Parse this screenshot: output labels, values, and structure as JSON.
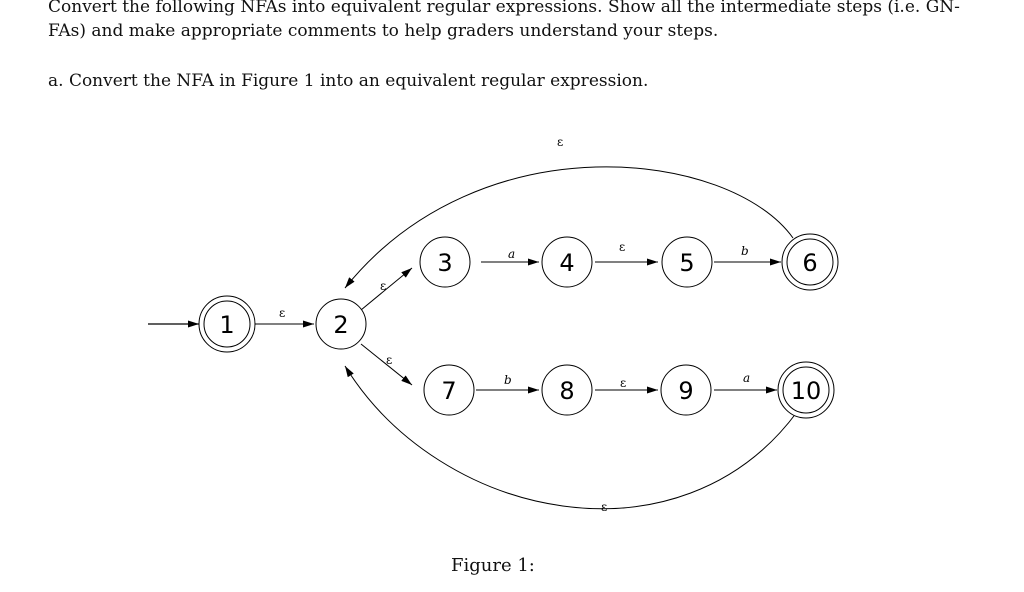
{
  "document": {
    "instructions_line1": "Convert the following NFAs into equivalent regular expressions. Show all the intermediate steps (i.e. GN-",
    "instructions_line2": "FAs) and make appropriate comments to help graders understand your steps.",
    "part_a": "a. Convert the NFA in Figure 1 into an equivalent regular expression.",
    "caption": "Figure 1:"
  },
  "nfa": {
    "start_state": "1",
    "accept_states": [
      "1",
      "6",
      "10"
    ],
    "states": [
      {
        "id": "s1",
        "label": "1",
        "accepting": true
      },
      {
        "id": "s2",
        "label": "2",
        "accepting": false
      },
      {
        "id": "s3",
        "label": "3",
        "accepting": false
      },
      {
        "id": "s4",
        "label": "4",
        "accepting": false
      },
      {
        "id": "s5",
        "label": "5",
        "accepting": false
      },
      {
        "id": "s6",
        "label": "6",
        "accepting": true
      },
      {
        "id": "s7",
        "label": "7",
        "accepting": false
      },
      {
        "id": "s8",
        "label": "8",
        "accepting": false
      },
      {
        "id": "s9",
        "label": "9",
        "accepting": false
      },
      {
        "id": "s10",
        "label": "10",
        "accepting": true
      }
    ],
    "transitions": [
      {
        "from": "1",
        "to": "2",
        "label": "ε"
      },
      {
        "from": "2",
        "to": "3",
        "label": "ε"
      },
      {
        "from": "2",
        "to": "7",
        "label": "ε"
      },
      {
        "from": "3",
        "to": "4",
        "label": "a"
      },
      {
        "from": "4",
        "to": "5",
        "label": "ε"
      },
      {
        "from": "5",
        "to": "6",
        "label": "b"
      },
      {
        "from": "6",
        "to": "2",
        "label": "ε"
      },
      {
        "from": "7",
        "to": "8",
        "label": "b"
      },
      {
        "from": "8",
        "to": "9",
        "label": "ε"
      },
      {
        "from": "9",
        "to": "10",
        "label": "a"
      },
      {
        "from": "10",
        "to": "2",
        "label": "ε"
      }
    ]
  }
}
